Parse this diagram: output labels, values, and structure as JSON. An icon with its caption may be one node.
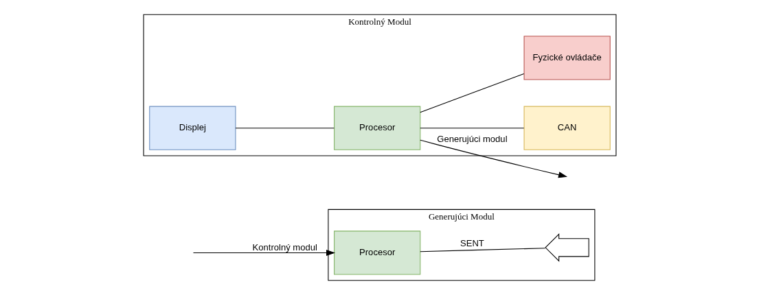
{
  "diagram": {
    "nodes": [
      {
        "text": [
          "Generujúci Modul"
        ]
      },
      {
        "text": [
          "Procesor"
        ],
        "in": 0
      },
      {
        "text": [],
        "shape": "arrow",
        "in": 0
      },
      {
        "text": [
          "Kontrolný Modul"
        ]
      },
      {
        "text": [
          "Displej"
        ],
        "in": 3
      },
      {
        "text": [
          "Procesor"
        ],
        "in": 3
      },
      {
        "text": [
          "CAN"
        ],
        "in": 3
      },
      {
        "text": [
          "Fyzické ovládače"
        ],
        "in": 3
      }
    ],
    "edges": [
      {
        "from": 1,
        "to": 2,
        "arrow": "none",
        "label": "SENT"
      },
      {
        "from": null,
        "to": 1,
        "arrow": "to",
        "label": "Kontrolný modul"
      },
      {
        "from": 4,
        "to": 5,
        "arrow": "none"
      },
      {
        "from": 5,
        "to": 6,
        "arrow": "none"
      },
      {
        "from": 5,
        "to": 7,
        "arrow": "none"
      },
      {
        "from": 5,
        "to": null,
        "arrow": "to",
        "label": "Generujúci modul"
      }
    ]
  }
}
